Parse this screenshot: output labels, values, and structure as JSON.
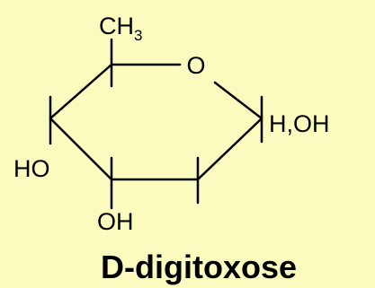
{
  "structure": {
    "name": "D-digitoxose",
    "ring_oxygen": "O",
    "methyl": {
      "base": "CH",
      "subscript": "3"
    },
    "anomeric_substituent": "H,OH",
    "hydroxyl_left": "HO",
    "hydroxyl_bottom": "OH"
  },
  "colors": {
    "background": "#fbfbc0",
    "ink": "#000000"
  }
}
